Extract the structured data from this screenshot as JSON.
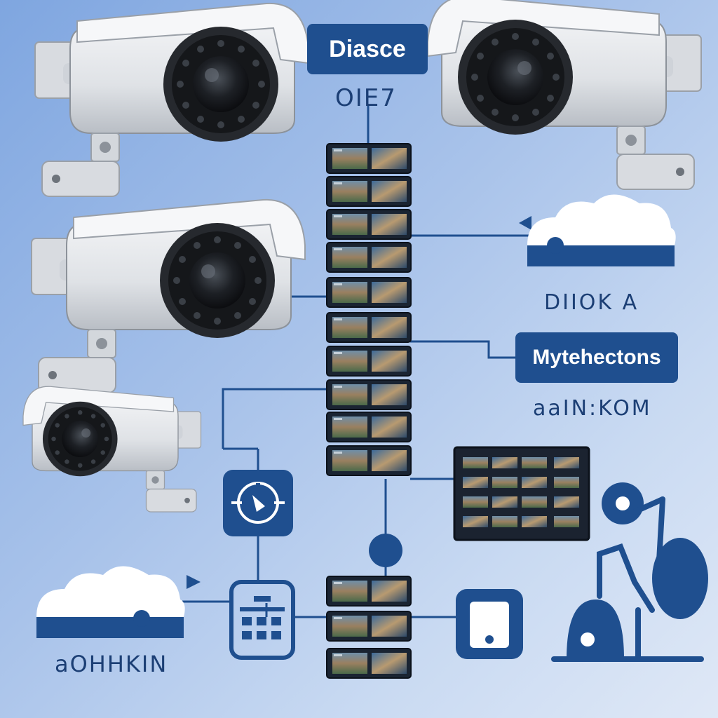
{
  "title_box": {
    "text": "Diasce"
  },
  "subtitle": {
    "text": "OIE7"
  },
  "labels": {
    "cloud_top_caption": "DIIOK A",
    "network_box": "Mytehectons",
    "network_caption": "aaIN:KOM",
    "cloud_bottom_caption": "aOHHKIN"
  },
  "colors": {
    "accent": "#1f4f8f",
    "camera_body": "#e6e8ec",
    "lens": "#202328"
  },
  "icons": [
    "camera-icon",
    "cloud-icon",
    "monitor-icon",
    "dial-icon",
    "control-panel-icon",
    "storage-device-icon",
    "satellite-dish-icon"
  ]
}
